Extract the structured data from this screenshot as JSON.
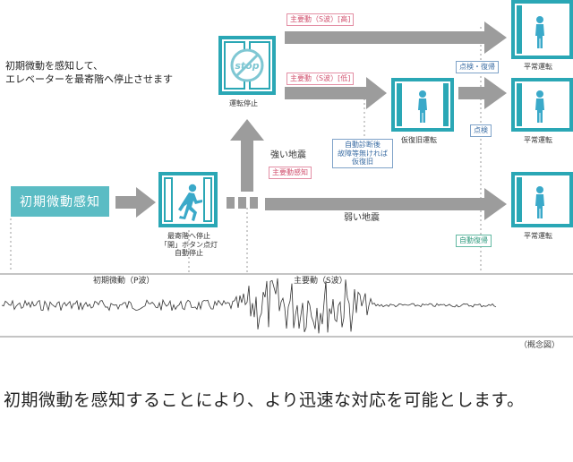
{
  "intro": "初期微動を感知して、\nエレベーターを最寄階へ停止させます",
  "initial_detection": "初期微動感知",
  "stop_label": "stop",
  "stage_captions": {
    "nearest_floor": "最寄階へ停止\n「開」ボタン点灯\n自動停止",
    "operation_stop": "運転停止",
    "temporary_restore": "仮復旧運転",
    "normal_1": "平常運転",
    "normal_2": "平常運転",
    "normal_3": "平常運転"
  },
  "quake_labels": {
    "strong": "強い地震",
    "weak": "弱い地震"
  },
  "tags": {
    "main_high": "主要動（S波）[高]",
    "main_low": "主要動（S波）[低]",
    "main_detect": "主要動感知",
    "self_diag": "自動診断後\n故障等無ければ\n仮復旧",
    "inspect_restore": "点検・復帰",
    "inspect": "点検",
    "auto_restore": "自動復帰"
  },
  "wave_labels": {
    "p_wave": "初期微動（P波）",
    "s_wave": "主要動（S波）"
  },
  "note": "（概念図）",
  "caption": "初期微動を感知することにより、より迅速な対応を可能とします。",
  "colors": {
    "elevator_frame": "#2aa7b5",
    "elevator_person": "#3aa9c9",
    "arrow": "#9c9c9c",
    "initial_box": "#5bbcc4",
    "tag_pink": "#d0506e",
    "tag_blue": "#3c6ea4",
    "tag_green": "#2f9a7e"
  },
  "icons": [
    "person-icon",
    "running-person-icon",
    "stop-sign-icon",
    "arrow-right-icon",
    "arrow-up-icon"
  ]
}
